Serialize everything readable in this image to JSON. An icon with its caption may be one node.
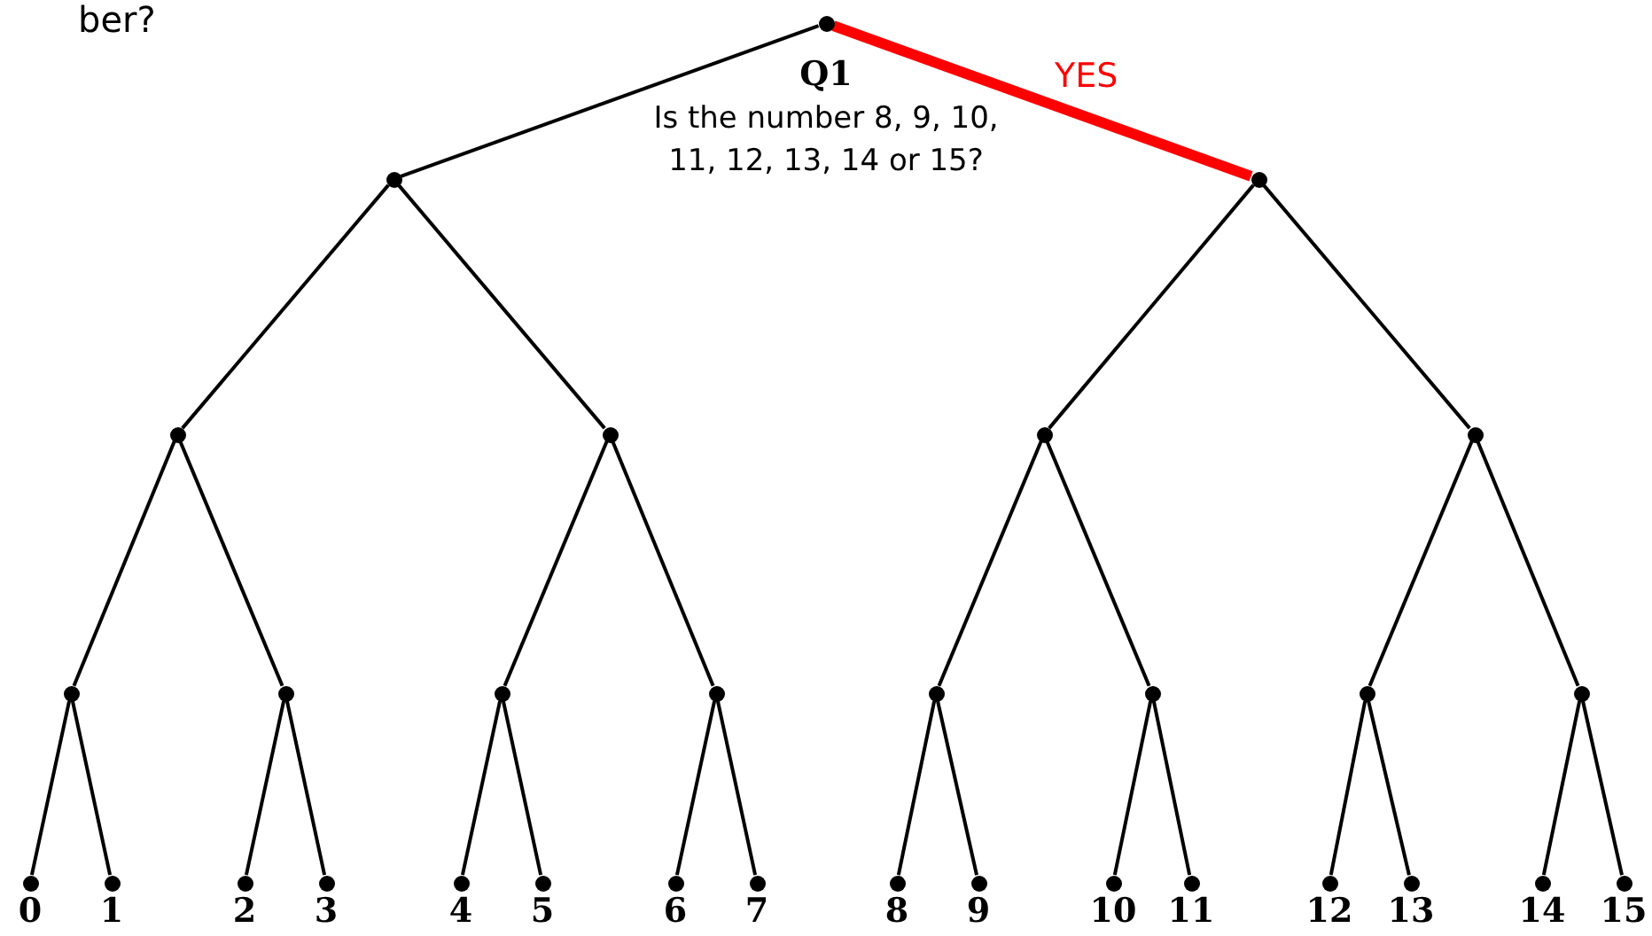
{
  "diagram": {
    "nodes": [
      {
        "text": [],
        "shape": "circle",
        "beside": [
          "Q1",
          "Is the number 8, 9, 10, 11, 12, 13, 14 or 15?"
        ]
      },
      {
        "text": [],
        "shape": "circle"
      },
      {
        "text": [],
        "shape": "circle"
      },
      {
        "text": [],
        "shape": "circle"
      },
      {
        "text": [],
        "shape": "circle"
      },
      {
        "text": [],
        "shape": "circle"
      },
      {
        "text": [],
        "shape": "circle"
      },
      {
        "text": [],
        "shape": "circle"
      },
      {
        "text": [],
        "shape": "circle"
      },
      {
        "text": [],
        "shape": "circle"
      },
      {
        "text": [],
        "shape": "circle"
      },
      {
        "text": [],
        "shape": "circle"
      },
      {
        "text": [],
        "shape": "circle"
      },
      {
        "text": [],
        "shape": "circle"
      },
      {
        "text": [],
        "shape": "circle"
      },
      {
        "text": [
          "0"
        ]
      },
      {
        "text": [
          "1"
        ]
      },
      {
        "text": [
          "2"
        ]
      },
      {
        "text": [
          "3"
        ]
      },
      {
        "text": [
          "4"
        ]
      },
      {
        "text": [
          "5"
        ]
      },
      {
        "text": [
          "6"
        ]
      },
      {
        "text": [
          "7"
        ]
      },
      {
        "text": [
          "8"
        ]
      },
      {
        "text": [
          "9"
        ]
      },
      {
        "text": [
          "10"
        ]
      },
      {
        "text": [
          "11"
        ]
      },
      {
        "text": [
          "12"
        ]
      },
      {
        "text": [
          "13"
        ]
      },
      {
        "text": [
          "14"
        ]
      },
      {
        "text": [
          "15"
        ]
      }
    ],
    "edges": [
      {
        "from": 0,
        "to": 1,
        "arrow": "none"
      },
      {
        "from": 0,
        "to": 2,
        "arrow": "none",
        "label": "YES",
        "style": "thick",
        "color": "#ff0000"
      },
      {
        "from": 1,
        "to": 3,
        "arrow": "none"
      },
      {
        "from": 1,
        "to": 4,
        "arrow": "none"
      },
      {
        "from": 2,
        "to": 5,
        "arrow": "none"
      },
      {
        "from": 2,
        "to": 6,
        "arrow": "none"
      },
      {
        "from": 3,
        "to": 7,
        "arrow": "none"
      },
      {
        "from": 3,
        "to": 8,
        "arrow": "none"
      },
      {
        "from": 4,
        "to": 9,
        "arrow": "none"
      },
      {
        "from": 4,
        "to": 10,
        "arrow": "none"
      },
      {
        "from": 5,
        "to": 11,
        "arrow": "none"
      },
      {
        "from": 5,
        "to": 12,
        "arrow": "none"
      },
      {
        "from": 6,
        "to": 13,
        "arrow": "none"
      },
      {
        "from": 6,
        "to": 14,
        "arrow": "none"
      },
      {
        "from": 7,
        "to": 15,
        "arrow": "none"
      },
      {
        "from": 7,
        "to": 16,
        "arrow": "none"
      },
      {
        "from": 8,
        "to": 17,
        "arrow": "none"
      },
      {
        "from": 8,
        "to": 18,
        "arrow": "none"
      },
      {
        "from": 9,
        "to": 19,
        "arrow": "none"
      },
      {
        "from": 9,
        "to": 20,
        "arrow": "none"
      },
      {
        "from": 10,
        "to": 21,
        "arrow": "none"
      },
      {
        "from": 10,
        "to": 22,
        "arrow": "none"
      },
      {
        "from": 11,
        "to": 23,
        "arrow": "none"
      },
      {
        "from": 11,
        "to": 24,
        "arrow": "none"
      },
      {
        "from": 12,
        "to": 25,
        "arrow": "none"
      },
      {
        "from": 12,
        "to": 26,
        "arrow": "none"
      },
      {
        "from": 13,
        "to": 27,
        "arrow": "none"
      },
      {
        "from": 13,
        "to": 28,
        "arrow": "none"
      },
      {
        "from": 14,
        "to": 29,
        "arrow": "none"
      },
      {
        "from": 14,
        "to": 30,
        "arrow": "none"
      }
    ],
    "labels": [
      "ber?"
    ]
  }
}
